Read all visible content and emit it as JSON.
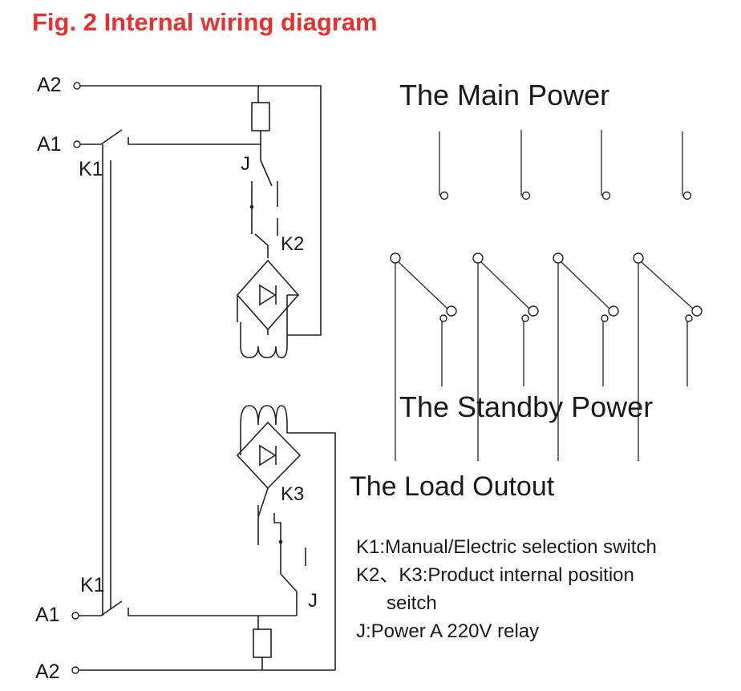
{
  "title": "Fig. 2 Internal wiring diagram",
  "colors": {
    "title": "#e8312f",
    "lines": "#222222",
    "text": "#1a1a1a"
  },
  "terminals": {
    "a2_top": "A2",
    "a1_top": "A1",
    "a1_bottom": "A1",
    "a2_bottom": "A2"
  },
  "switch_labels": {
    "k1_top": "K1",
    "k1_bottom": "K1",
    "j_top": "J",
    "j_bottom": "J",
    "k2": "K2",
    "k3": "K3"
  },
  "sections": {
    "main_power": "The Main Power",
    "standby_power": "The Standby Power",
    "load_output": "The Load Outout"
  },
  "legend": {
    "k1": "K1:Manual/Electric selection switch",
    "k2_k3_line1": "K2、K3:Product internal position",
    "k2_k3_line2": "seitch",
    "j": "J:Power A 220V relay"
  }
}
